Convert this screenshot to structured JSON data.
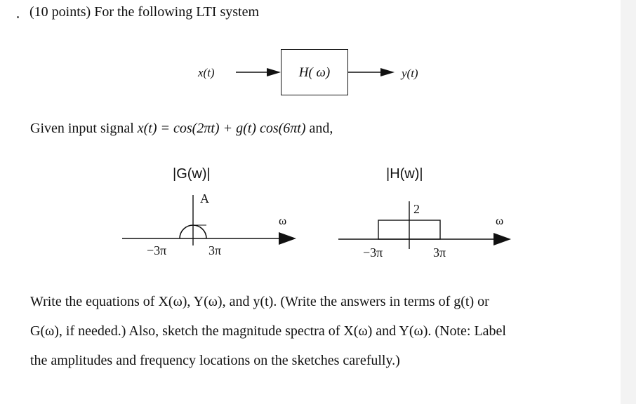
{
  "problem": {
    "heading": "(10 points)  For the following LTI system",
    "given_line": {
      "prefix": "Given input signal ",
      "equation": "x(t) = cos(2πt) + g(t) cos(6πt)",
      "suffix": " and,"
    },
    "instruction_lines": [
      "Write the equations of X(ω), Y(ω), and y(t).  (Write the answers in terms of g(t) or",
      "G(ω), if needed.) Also, sketch the magnitude spectra of X(ω) and Y(ω). (Note: Label",
      "the amplitudes and frequency locations on the sketches carefully.)"
    ]
  },
  "block_diagram": {
    "input_label": "x(t)",
    "system_label": "H( ω)",
    "output_label": "y(t)"
  },
  "plots": {
    "G": {
      "title": "|G(w)|",
      "peak_label": "A",
      "left_tick": "−3π",
      "right_tick": "3π",
      "axis_label": "ω"
    },
    "H": {
      "title": "|H(w)|",
      "peak_label": "2",
      "left_tick": "−3π",
      "right_tick": "3π",
      "axis_label": "ω"
    }
  }
}
